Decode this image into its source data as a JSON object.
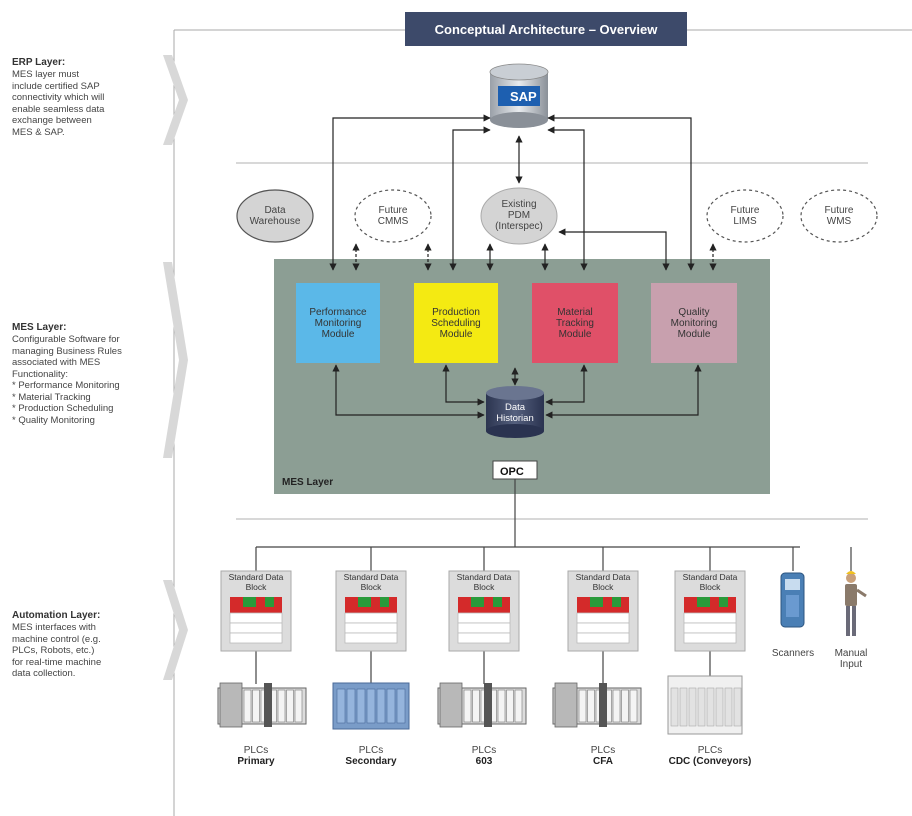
{
  "banner_title": "Conceptual Architecture – Overview",
  "side_notes": [
    {
      "title": "ERP Layer:",
      "lines": [
        "MES layer must",
        "include certified SAP",
        "connectivity which will",
        "enable seamless data",
        "exchange between",
        "MES & SAP."
      ]
    },
    {
      "title": "MES Layer:",
      "lines": [
        "Configurable Software for",
        "managing Business Rules",
        "associated with MES",
        "Functionality:",
        "* Performance Monitoring",
        "* Material Tracking",
        "* Production Scheduling",
        "* Quality Monitoring"
      ]
    },
    {
      "title": "Automation Layer:",
      "lines": [
        "MES interfaces with",
        "machine control (e.g.",
        "PLCs, Robots, etc.)",
        "for real-time machine",
        "data collection."
      ]
    }
  ],
  "sap_logo_text": "SAP",
  "systems": {
    "data_warehouse": [
      "Data",
      "Warehouse"
    ],
    "future_cmms": [
      "Future",
      "CMMS"
    ],
    "existing_pdm": [
      "Existing",
      "PDM",
      "(Interspec)"
    ],
    "future_lims": [
      "Future",
      "LIMS"
    ],
    "future_wms": [
      "Future",
      "WMS"
    ]
  },
  "modules": [
    {
      "lines": [
        "Performance",
        "Monitoring",
        "Module"
      ],
      "color": "#5bb8e8"
    },
    {
      "lines": [
        "Production",
        "Scheduling",
        "Module"
      ],
      "color": "#f4ea12"
    },
    {
      "lines": [
        "Material",
        "Tracking",
        "Module"
      ],
      "color": "#e05068"
    },
    {
      "lines": [
        "Quality",
        "Monitoring",
        "Module"
      ],
      "color": "#c8a0ae"
    }
  ],
  "data_historian": [
    "Data",
    "Historian"
  ],
  "opc_logo_text": "OPC",
  "mes_layer_label": "MES Layer",
  "mes_layer_color": "#8c9e94",
  "banner_color": "#3d4a6a",
  "standard_data_block": [
    "Standard Data",
    "Block"
  ],
  "plcs": [
    {
      "line1": "PLCs",
      "line2": "Primary"
    },
    {
      "line1": "PLCs",
      "line2": "Secondary"
    },
    {
      "line1": "PLCs",
      "line2": "603"
    },
    {
      "line1": "PLCs",
      "line2": "CFA"
    },
    {
      "line1": "PLCs",
      "line2": "CDC (Conveyors)"
    }
  ],
  "devices": {
    "scanners": "Scanners",
    "manual_input": [
      "Manual",
      "Input"
    ]
  }
}
